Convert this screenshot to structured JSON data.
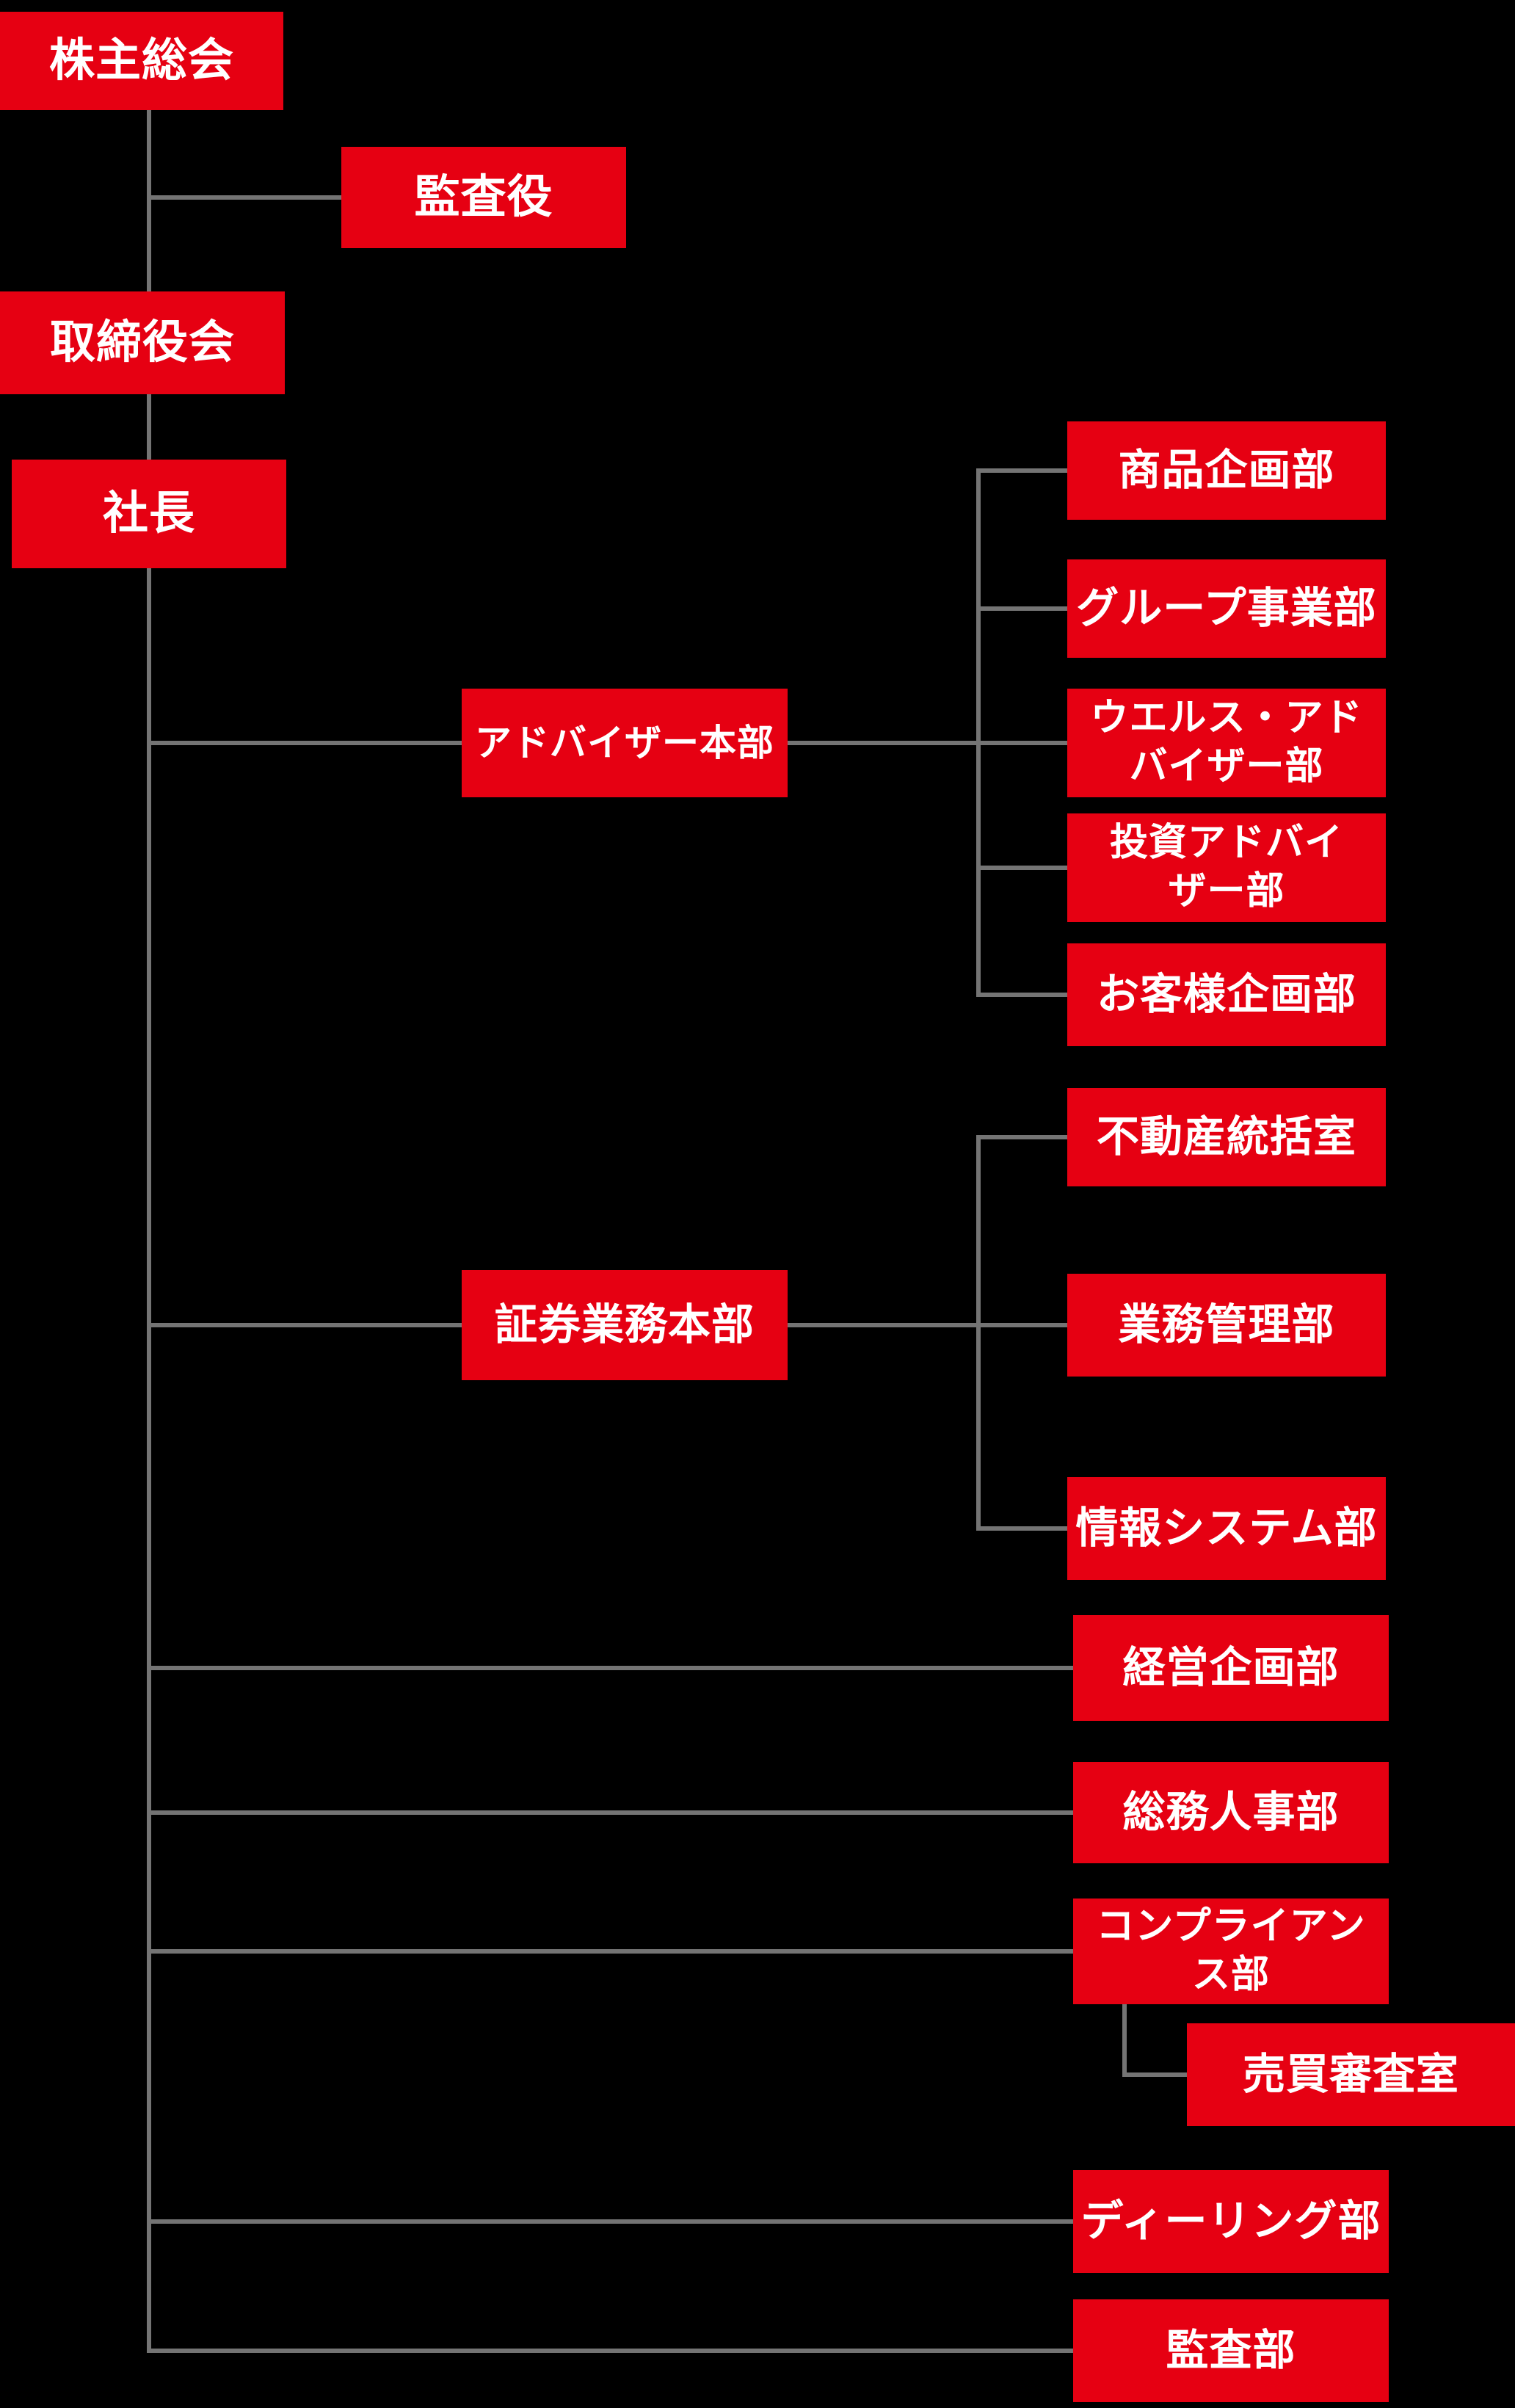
{
  "colors": {
    "background": "#000000",
    "box_fill": "#e60012",
    "box_text": "#ffffff",
    "connector": "#747474"
  },
  "nodes": {
    "shareholders_meeting": {
      "label": "株主総会"
    },
    "auditor": {
      "label": "監査役"
    },
    "board_of_directors": {
      "label": "取締役会"
    },
    "president": {
      "label": "社長"
    },
    "advisor_hq": {
      "label": "アドバイザー本部"
    },
    "product_planning": {
      "label": "商品企画部"
    },
    "group_business": {
      "label": "グループ事業部"
    },
    "wealth_advisor": {
      "label": "ウエルス・アド\nバイザー部"
    },
    "investment_advisor": {
      "label": "投資アドバイ\nザー部"
    },
    "customer_planning": {
      "label": "お客様企画部"
    },
    "securities_hq": {
      "label": "証券業務本部"
    },
    "real_estate_office": {
      "label": "不動産統括室"
    },
    "operations_management": {
      "label": "業務管理部"
    },
    "information_systems": {
      "label": "情報システム部"
    },
    "corporate_planning": {
      "label": "経営企画部"
    },
    "general_affairs_hr": {
      "label": "総務人事部"
    },
    "compliance": {
      "label": "コンプライアン\nス部"
    },
    "trade_review_office": {
      "label": "売買審査室"
    },
    "dealing": {
      "label": "ディーリング部"
    },
    "audit": {
      "label": "監査部"
    }
  },
  "hierarchy": {
    "root": "shareholders_meeting",
    "edges": [
      [
        "shareholders_meeting",
        "auditor"
      ],
      [
        "shareholders_meeting",
        "board_of_directors"
      ],
      [
        "board_of_directors",
        "president"
      ],
      [
        "president",
        "advisor_hq"
      ],
      [
        "advisor_hq",
        "product_planning"
      ],
      [
        "advisor_hq",
        "group_business"
      ],
      [
        "advisor_hq",
        "wealth_advisor"
      ],
      [
        "advisor_hq",
        "investment_advisor"
      ],
      [
        "advisor_hq",
        "customer_planning"
      ],
      [
        "president",
        "securities_hq"
      ],
      [
        "securities_hq",
        "real_estate_office"
      ],
      [
        "securities_hq",
        "operations_management"
      ],
      [
        "securities_hq",
        "information_systems"
      ],
      [
        "president",
        "corporate_planning"
      ],
      [
        "president",
        "general_affairs_hr"
      ],
      [
        "president",
        "compliance"
      ],
      [
        "compliance",
        "trade_review_office"
      ],
      [
        "president",
        "dealing"
      ],
      [
        "president",
        "audit"
      ]
    ]
  }
}
